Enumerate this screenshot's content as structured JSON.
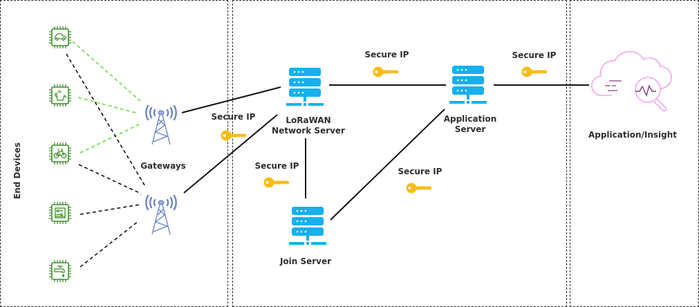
{
  "sections": {
    "end_devices": "End Devices"
  },
  "gateways": {
    "label": "Gateways"
  },
  "servers": {
    "network": {
      "line1": "LoRaWAN",
      "line2": "Network Server"
    },
    "join": "Join Server",
    "application": {
      "line1": "Application",
      "line2": "Server"
    }
  },
  "application_insight": "Application/Insight",
  "secure_links": [
    "Secure  IP",
    "Secure  IP",
    "Secure  IP",
    "Secure  IP",
    "Secure  IP"
  ],
  "devices": [
    {
      "icon": "car-icon"
    },
    {
      "icon": "kettle-icon"
    },
    {
      "icon": "bicycle-icon"
    },
    {
      "icon": "circuit-board-icon"
    },
    {
      "icon": "faucet-icon"
    }
  ],
  "colors": {
    "device_green": "#3f8f2b",
    "lora_dash_green": "#66dd33",
    "gateway_blue": "#6a86c4",
    "server_blue": "#16b0ee",
    "key_gold": "#f7bc16",
    "insight_pink": "#f0a5ee",
    "insight_purple": "#7a3d7a"
  }
}
